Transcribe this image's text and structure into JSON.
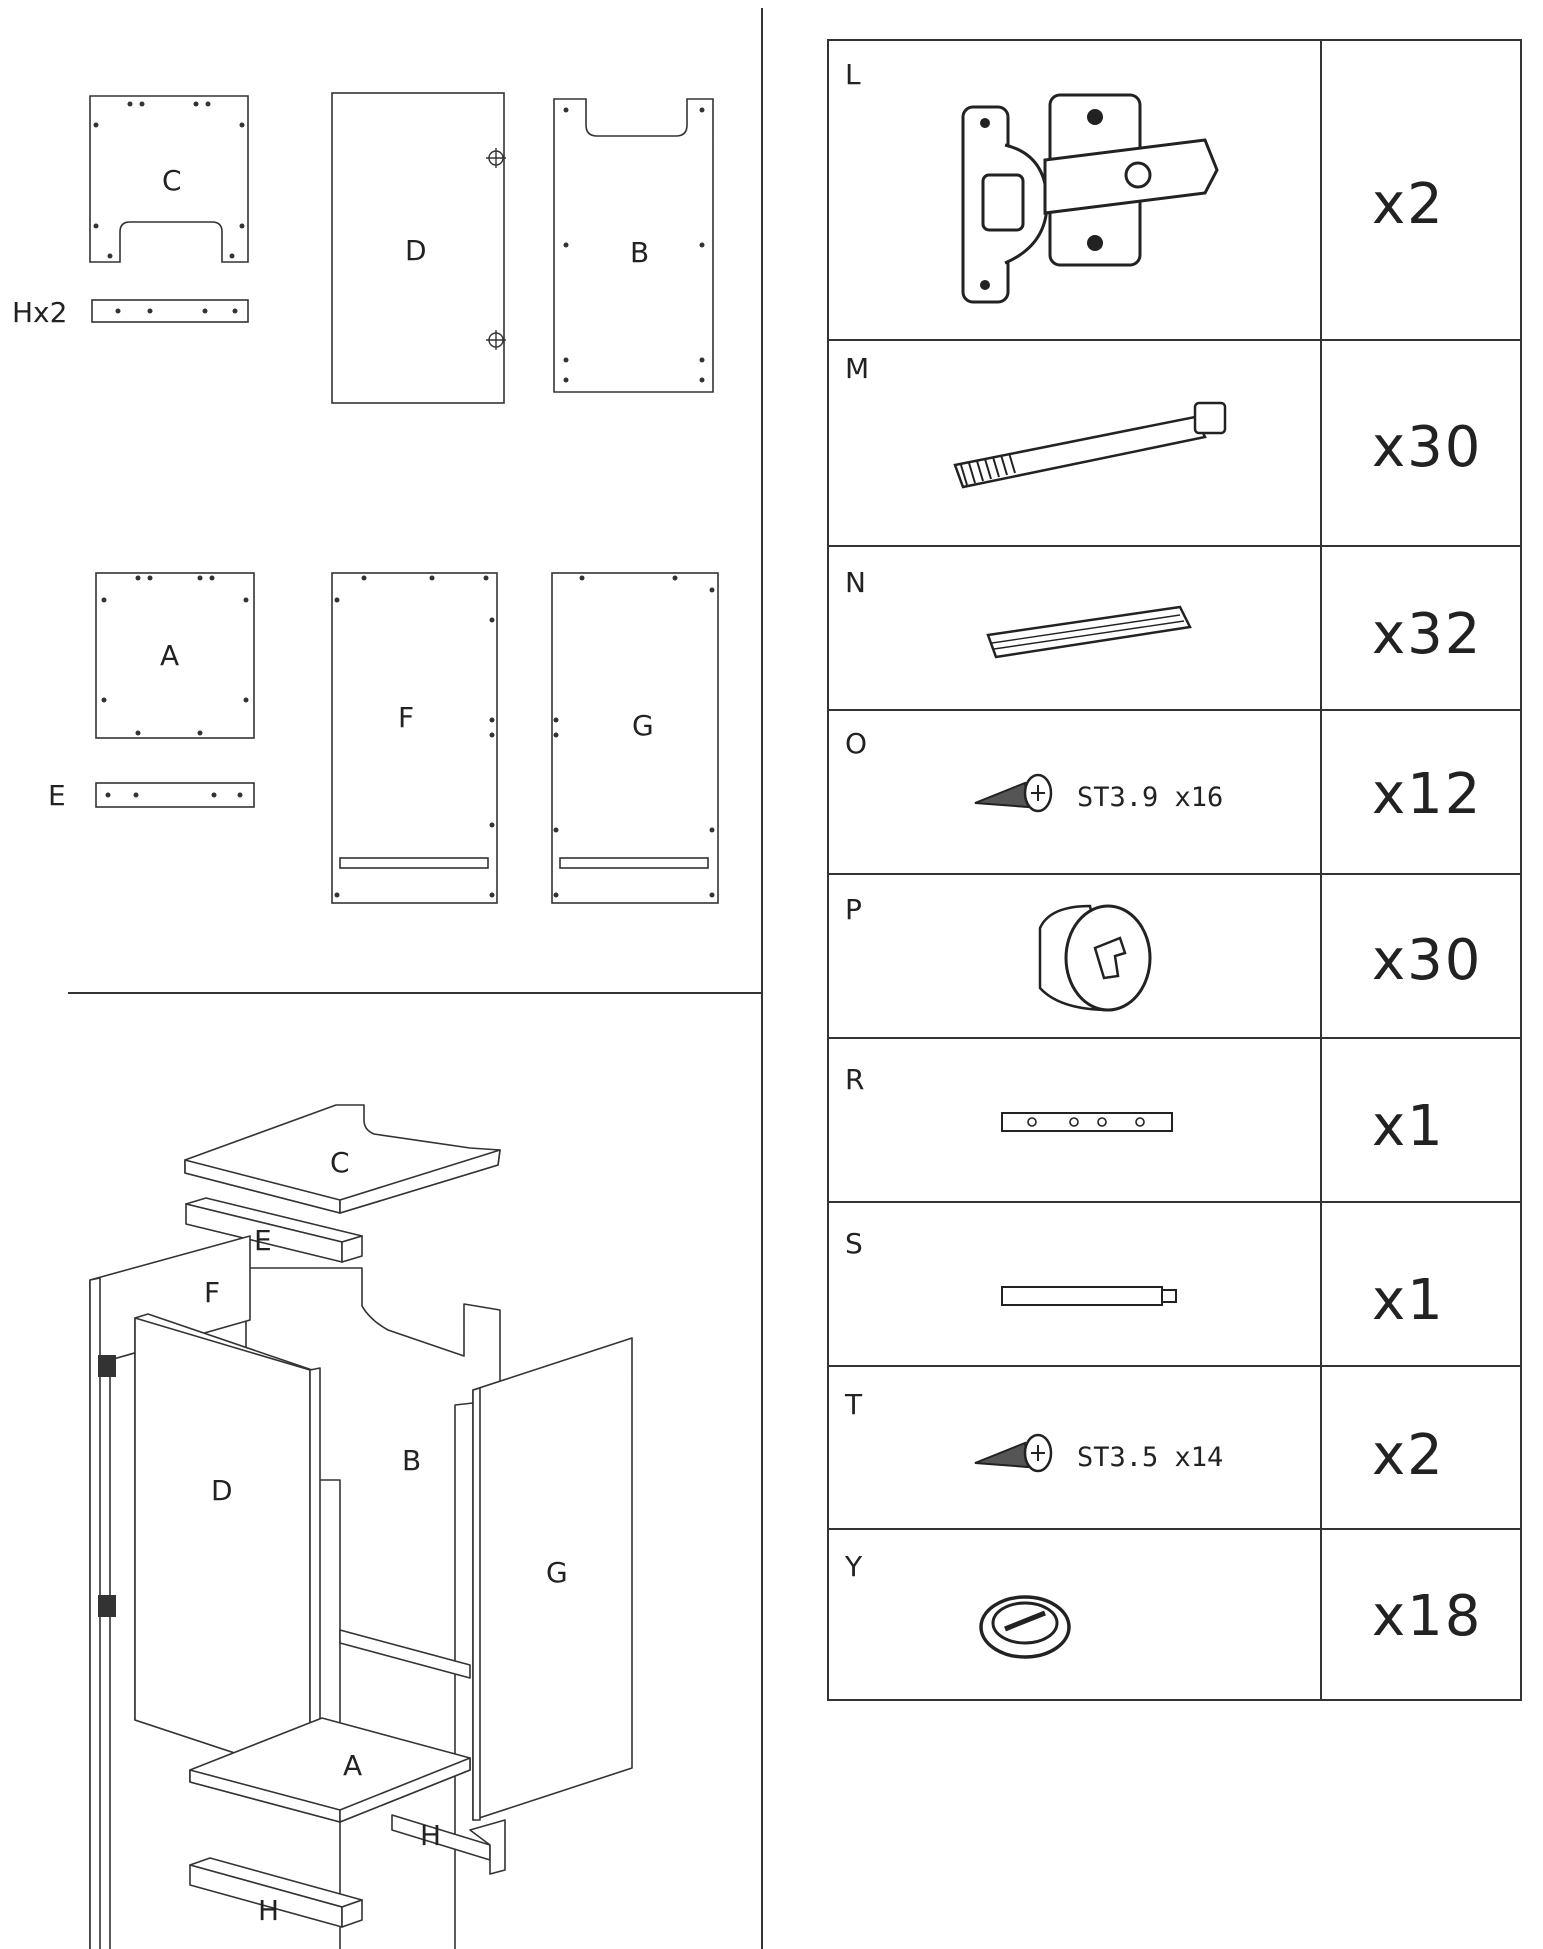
{
  "panels": {
    "C": "C",
    "D": "D",
    "B": "B",
    "A": "A",
    "F": "F",
    "G": "G",
    "E": "E",
    "H_count": "Hx2"
  },
  "assembly": {
    "C": "C",
    "E": "E",
    "F": "F",
    "D": "D",
    "B": "B",
    "G": "G",
    "A": "A",
    "H1": "H",
    "H2": "H"
  },
  "hardware": [
    {
      "code": "L",
      "qty": "x2"
    },
    {
      "code": "M",
      "qty": "x30"
    },
    {
      "code": "N",
      "qty": "x32"
    },
    {
      "code": "O",
      "qty": "x12",
      "note": "ST3.9 x16"
    },
    {
      "code": "P",
      "qty": "x30"
    },
    {
      "code": "R",
      "qty": "x1"
    },
    {
      "code": "S",
      "qty": "x1"
    },
    {
      "code": "T",
      "qty": "x2",
      "note": "ST3.5 x14"
    },
    {
      "code": "Y",
      "qty": "x18"
    }
  ]
}
